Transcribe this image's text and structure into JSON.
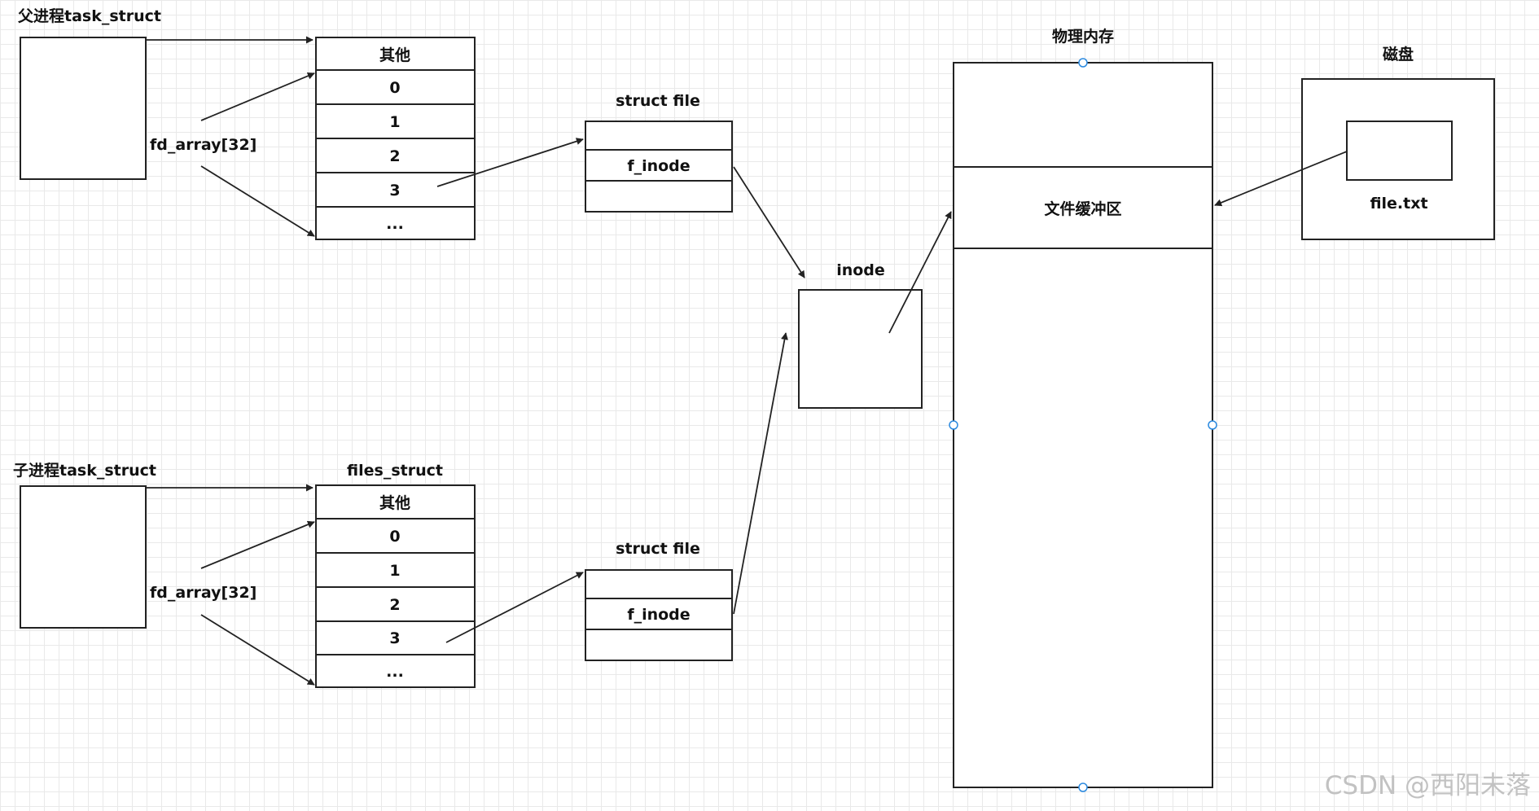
{
  "parent": {
    "title": "父进程task_struct",
    "fd_label": "fd_array[32]",
    "table_rows": [
      "其他",
      "0",
      "1",
      "2",
      "3",
      "..."
    ]
  },
  "child": {
    "title": "子进程task_struct",
    "table_title": "files_struct",
    "fd_label": "fd_array[32]",
    "table_rows": [
      "其他",
      "0",
      "1",
      "2",
      "3",
      "..."
    ]
  },
  "struct_file_top": {
    "title": "struct file",
    "field": "f_inode"
  },
  "struct_file_bottom": {
    "title": "struct file",
    "field": "f_inode"
  },
  "inode": {
    "title": "inode"
  },
  "memory": {
    "title": "物理内存",
    "buffer": "文件缓冲区"
  },
  "disk": {
    "title": "磁盘",
    "file": "file.txt"
  },
  "watermark": "CSDN @西阳未落",
  "colors": {
    "stroke": "#222222",
    "grid": "#e9e9e9",
    "handle": "#2b8ae0"
  }
}
